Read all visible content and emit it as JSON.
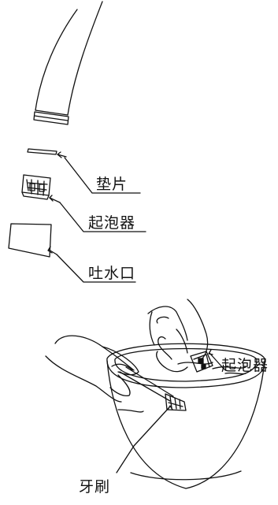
{
  "labels": {
    "gasket": "垫片",
    "aerator": "起泡器",
    "spout": "吐水口",
    "aerator_cleaning": "起泡器",
    "toothbrush": "牙刷"
  },
  "icons": {
    "faucet_spout": "faucet-spout-drawing",
    "gasket": "gasket-drawing",
    "aerator": "aerator-drawing",
    "spout_outlet": "spout-outlet-drawing",
    "cleaning_scene": "hands-cleaning-aerator-in-bowl-drawing"
  },
  "colors": {
    "line": "#111111",
    "background": "#ffffff"
  }
}
